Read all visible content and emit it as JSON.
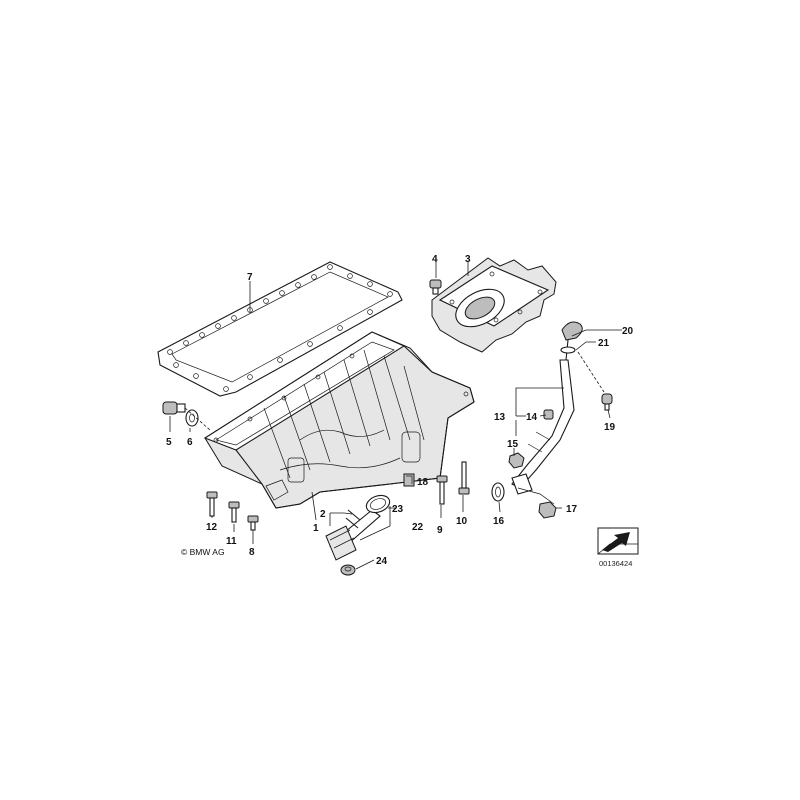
{
  "diagram": {
    "copyright": "© BMW AG",
    "reference_number": "00136424",
    "part_labels": {
      "p1": "1",
      "p2": "2",
      "p3": "3",
      "p4": "4",
      "p5": "5",
      "p6": "6",
      "p7": "7",
      "p8": "8",
      "p9": "9",
      "p10": "10",
      "p11": "11",
      "p12": "12",
      "p13": "13",
      "p14": "14",
      "p15": "15",
      "p16": "16",
      "p17": "17",
      "p18": "18",
      "p19": "19",
      "p20": "20",
      "p21": "21",
      "p22": "22",
      "p23": "23",
      "p24": "24"
    }
  }
}
